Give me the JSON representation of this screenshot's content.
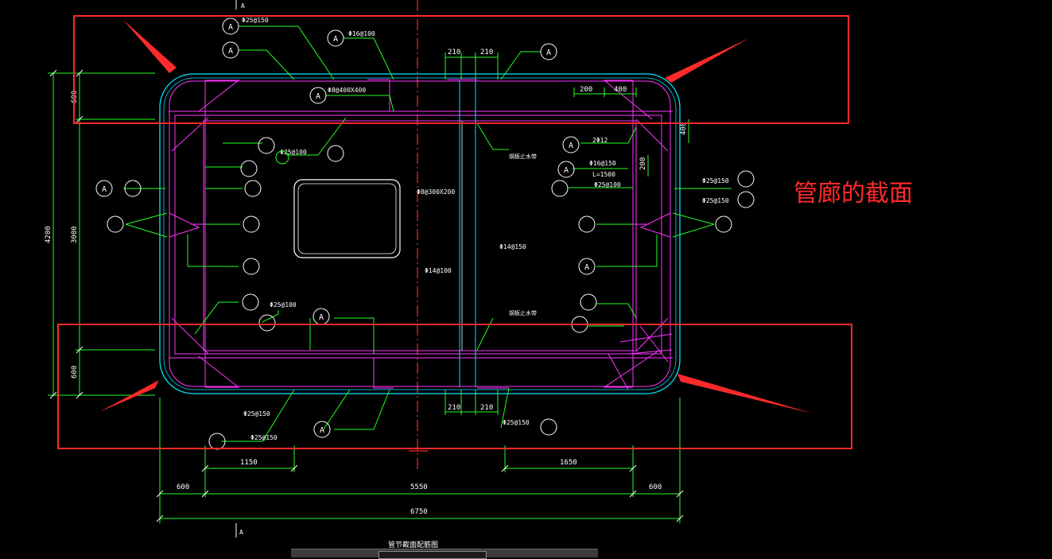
{
  "annotation": {
    "label": "管廊的截面",
    "color": "#ff2a2a"
  },
  "drawing": {
    "title": "管节截面配筋图",
    "section_marker": "A",
    "dimensions": {
      "width_total": "6750",
      "width_inner": "5550",
      "haunch_left": "600",
      "haunch_right": "600",
      "bottom_left_extent": "1150",
      "bottom_right_extent": "1650",
      "height_total": "4200",
      "height_inner": "3000",
      "top_slab": "600",
      "bottom_slab": "600",
      "joint_top_a": "210",
      "joint_top_b": "210",
      "joint_bottom_a": "210",
      "joint_bottom_b": "210",
      "corner_dim_a": "200",
      "corner_dim_b": "400",
      "side_dim_a": "400",
      "side_dim_b": "200"
    },
    "callouts": {
      "rebar_top_outer": "Φ25@150",
      "rebar_stirrup_top": "Φ16@100",
      "rebar_top_mesh": "Φ8@400X400",
      "rebar_inner_100": "Φ25@100",
      "rebar_right_2": "2Φ12",
      "rebar_right_stirrup": "Φ16@150",
      "rebar_right_length": "L=1500",
      "rebar_right_inner": "Φ25@100",
      "rebar_right_outer_1": "Φ25@150",
      "rebar_right_outer_2": "Φ25@150",
      "rebar_mid_mesh": "Φ8@300X200",
      "rebar_mid_150": "Φ14@150",
      "rebar_mid_100": "Φ14@100",
      "rebar_bottom_inner": "Φ25@100",
      "rebar_bottom_1": "Φ25@150",
      "rebar_bottom_2": "Φ25@150",
      "rebar_bottom_right": "Φ25@150",
      "joint_note_top": "钢板止水带",
      "joint_note_bottom": "钢板止水带"
    },
    "colors": {
      "background": "#000000",
      "outline": "#00e5ff",
      "rebar": "#ff33ff",
      "leader": "#22ff22",
      "text": "#ffffff",
      "centerline": "#ff2a2a",
      "highlight": "#ff2a2a"
    }
  }
}
